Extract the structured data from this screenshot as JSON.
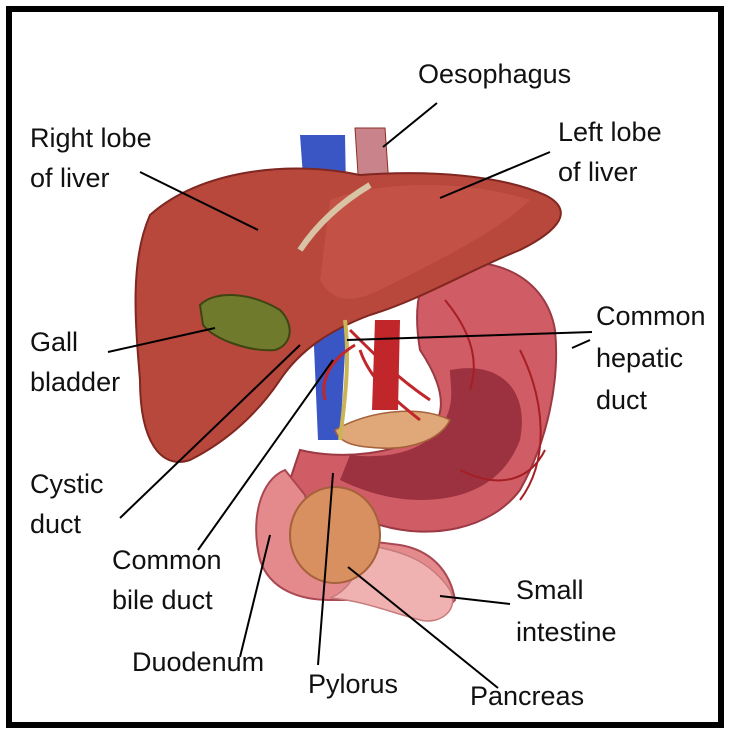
{
  "labels": {
    "oesophagus": "Oesophagus",
    "right_lobe_l1": "Right lobe",
    "right_lobe_l2": "of liver",
    "left_lobe_l1": "Left lobe",
    "left_lobe_l2": "of liver",
    "gall_l1": "Gall",
    "gall_l2": "bladder",
    "hepatic_l1": "Common",
    "hepatic_l2": "hepatic",
    "hepatic_l3": "duct",
    "cystic_l1": "Cystic",
    "cystic_l2": "duct",
    "bile_l1": "Common",
    "bile_l2": "bile duct",
    "duodenum": "Duodenum",
    "pylorus": "Pylorus",
    "pancreas": "Pancreas",
    "small_l1": "Small",
    "small_l2": "intestine"
  },
  "colors": {
    "liver": "#b8473c",
    "liver_dark": "#8e2e26",
    "stomach": "#c8505a",
    "stomach_light": "#e7a4a4",
    "gallbladder": "#6f7a2c",
    "vena_cava": "#3a56c4",
    "aorta": "#c0262a",
    "pancreas": "#d99060",
    "intestine": "#f0b2b0",
    "duct": "#c9b557"
  }
}
